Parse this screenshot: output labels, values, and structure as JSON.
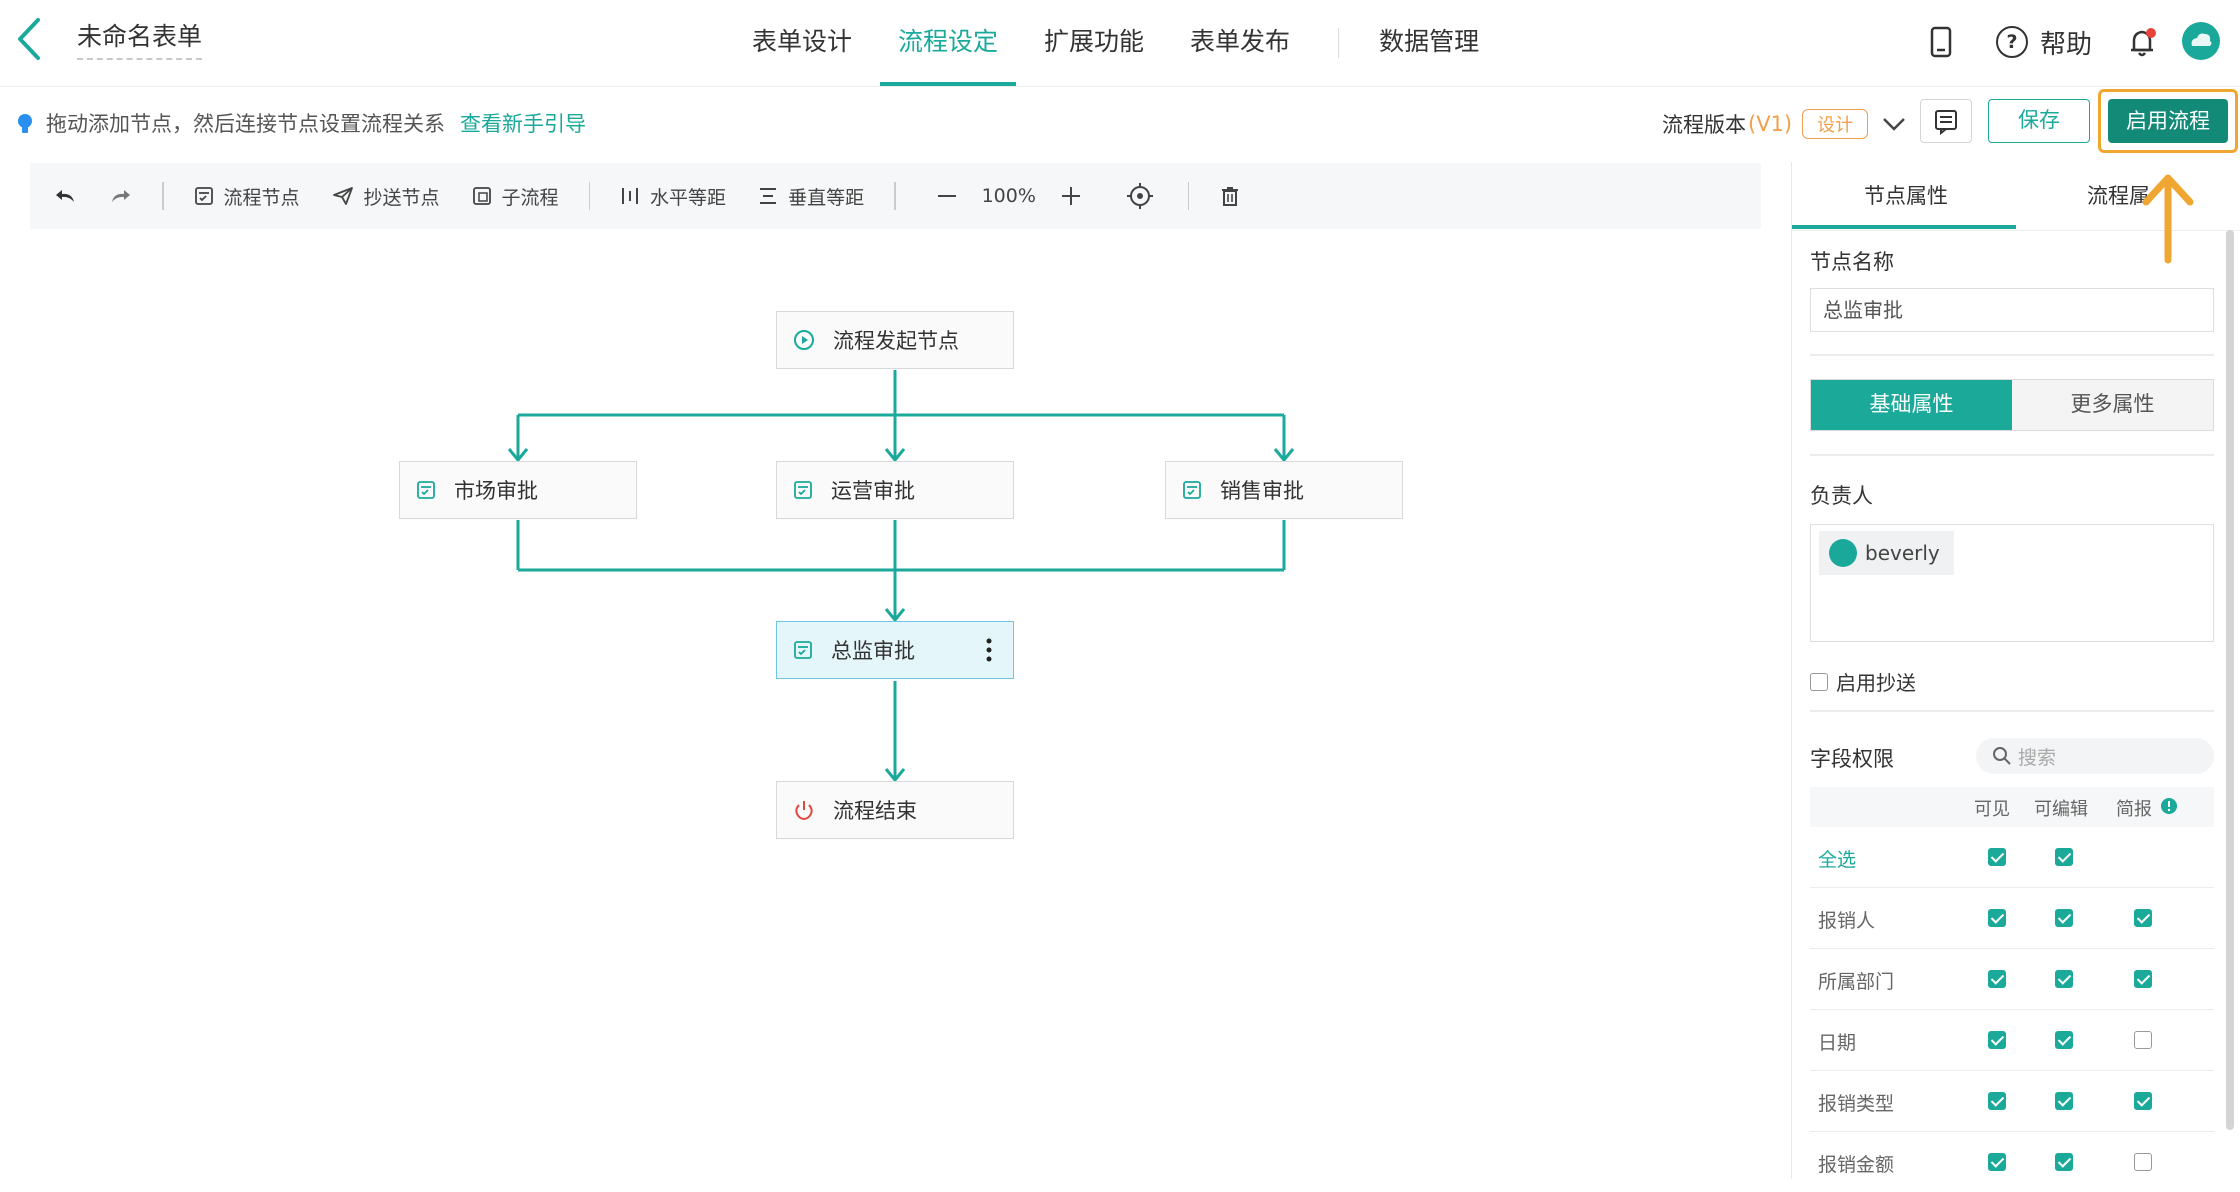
{
  "header": {
    "form_title": "未命名表单",
    "tabs": [
      {
        "label": "表单设计"
      },
      {
        "label": "流程设定",
        "active": true
      },
      {
        "label": "扩展功能"
      },
      {
        "label": "表单发布"
      },
      {
        "label": "数据管理"
      }
    ],
    "help_label": "帮助"
  },
  "hintbar": {
    "hint": "拖动添加节点，然后连接节点设置流程关系",
    "guide_link": "查看新手引导",
    "version_label": "流程版本",
    "version_value": "(V1)",
    "version_badge": "设计",
    "save_label": "保存",
    "enable_label": "启用流程"
  },
  "toolbar": {
    "flow_node": "流程节点",
    "cc_node": "抄送节点",
    "sub_flow": "子流程",
    "h_equal": "水平等距",
    "v_equal": "垂直等距",
    "zoom": "100%"
  },
  "flow": {
    "start": "流程发起节点",
    "market": "市场审批",
    "ops": "运营审批",
    "sales": "销售审批",
    "director": "总监审批",
    "end": "流程结束"
  },
  "panel": {
    "tab_node": "节点属性",
    "tab_flow": "流程属",
    "node_name_label": "节点名称",
    "node_name_value": "总监审批",
    "basic_props": "基础属性",
    "more_props": "更多属性",
    "owner_label": "负责人",
    "owner_name": "beverly",
    "enable_cc": "启用抄送",
    "field_perm": "字段权限",
    "search_placeholder": "搜索",
    "col_visible": "可见",
    "col_editable": "可编辑",
    "col_brief": "简报",
    "rows": [
      {
        "name": "全选",
        "visible": true,
        "editable": true
      },
      {
        "name": "报销人",
        "visible": true,
        "editable": true,
        "brief": true
      },
      {
        "name": "所属部门",
        "visible": true,
        "editable": true,
        "brief": true
      },
      {
        "name": "日期",
        "visible": true,
        "editable": true,
        "brief": false
      },
      {
        "name": "报销类型",
        "visible": true,
        "editable": true,
        "brief": true
      },
      {
        "name": "报销金额",
        "visible": true,
        "editable": true,
        "brief": false
      }
    ]
  },
  "colors": {
    "accent": "#1aa99a",
    "highlight": "#f0a732",
    "primary_button": "#138a78"
  }
}
